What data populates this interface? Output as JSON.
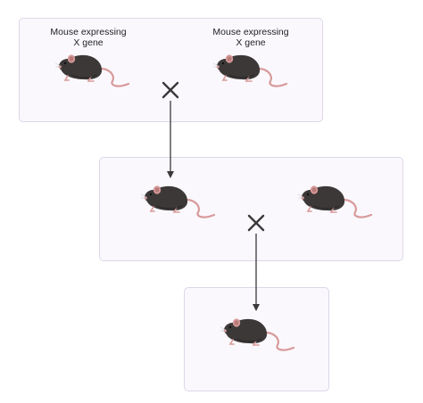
{
  "parent_generation": {
    "left_mouse": {
      "label_line1": "Mouse expressing",
      "label_line2": "X gene"
    },
    "right_mouse": {
      "label_line1": "Mouse expressing",
      "label_line2": "X gene"
    }
  },
  "icons": {
    "cross": "cross-icon",
    "arrow": "down-arrow-icon",
    "mouse": "mouse-icon"
  },
  "colors": {
    "panel_fill": "#faf8fd",
    "panel_border": "#ddd7e8",
    "mouse_body": "#3c3838",
    "mouse_ear_tail": "#d89a9a",
    "connector": "#3a3a3a"
  }
}
